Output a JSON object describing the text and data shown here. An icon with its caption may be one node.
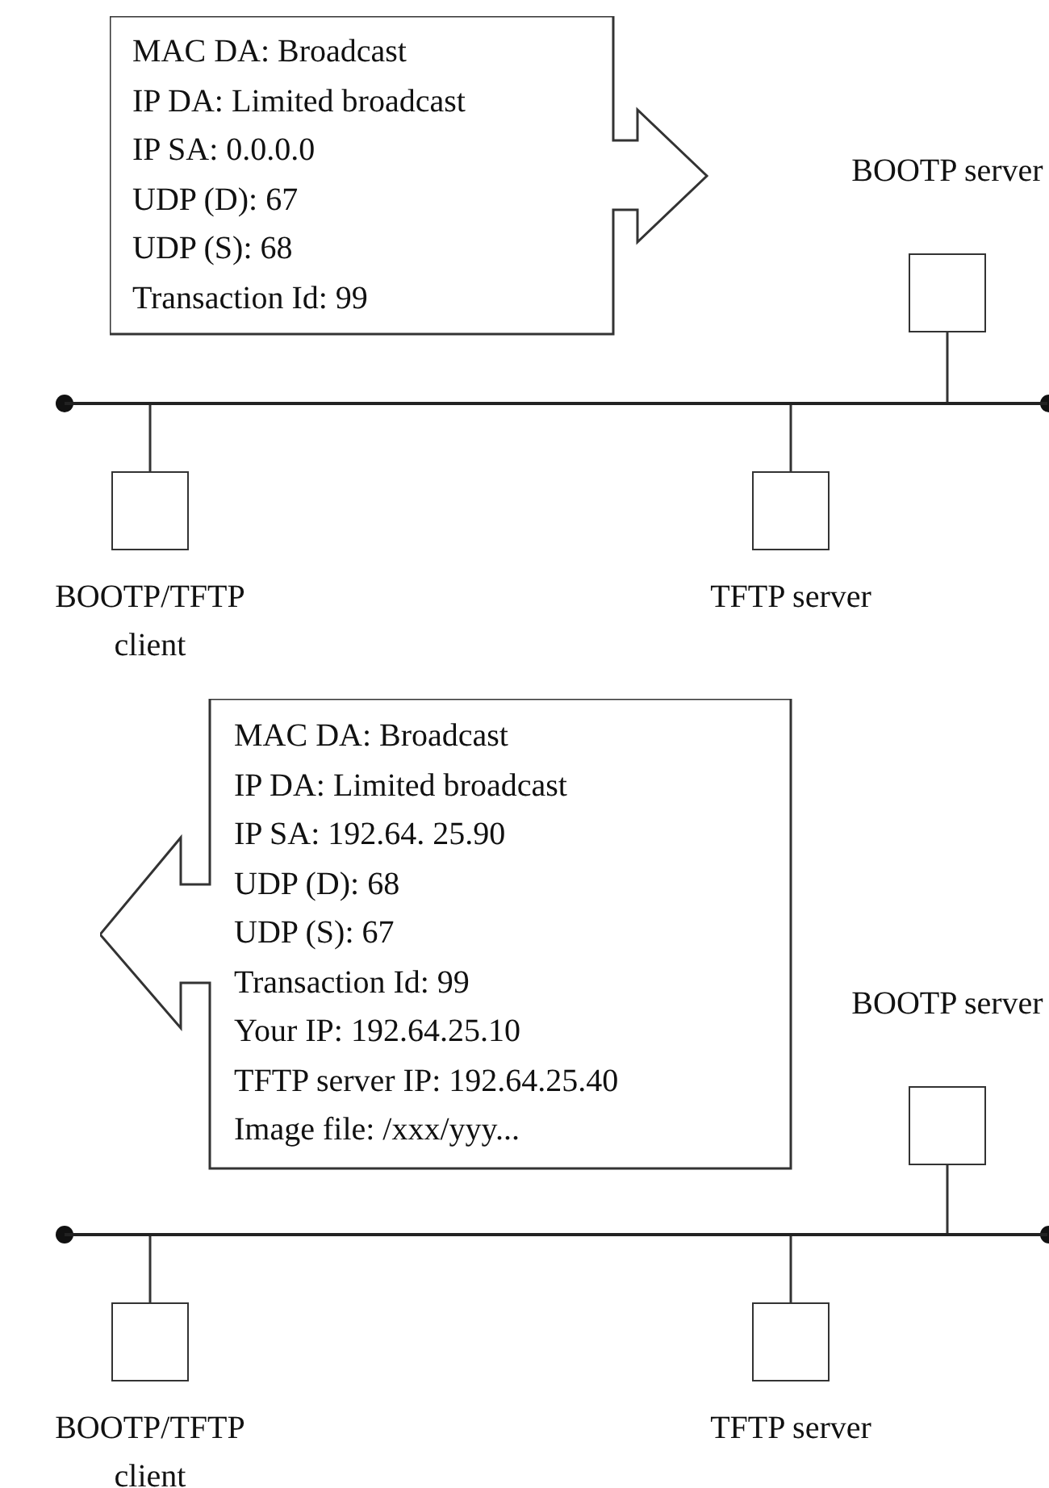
{
  "diagram": {
    "nodes": [
      {
        "text": [
          "MAC DA: Broadcast",
          "IP DA: Limited broadcast",
          "IP SA: 0.0.0.0",
          "UDP (D): 67",
          "UDP (S): 68",
          "Transaction Id: 99"
        ]
      },
      {
        "text": [
          "BOOTP server"
        ]
      },
      {
        "text": [],
        "shape": "bar"
      },
      {
        "text": [
          "BOOTP/TFTP client"
        ]
      },
      {
        "text": [
          "TFTP server"
        ]
      },
      {
        "text": [
          "MAC DA: Broadcast",
          "IP DA: Limited broadcast",
          "IP SA: 192.64. 25.90",
          "UDP (D): 68",
          "UDP (S): 67",
          "Transaction Id: 99",
          "Your IP: 192.64.25.10",
          "TFTP server IP: 192.64.25.40",
          "Image file: /xxx/yyy..."
        ]
      },
      {
        "text": [
          "BOOTP server"
        ]
      },
      {
        "text": [],
        "shape": "bar"
      },
      {
        "text": [
          "BOOTP/TFTP client"
        ]
      },
      {
        "text": [
          "TFTP server"
        ]
      }
    ],
    "edges": [
      {
        "from": 1,
        "to": 2,
        "arrow": "none"
      },
      {
        "from": 3,
        "to": 2,
        "arrow": "none"
      },
      {
        "from": 4,
        "to": 2,
        "arrow": "none"
      },
      {
        "from": 6,
        "to": 7,
        "arrow": "none"
      },
      {
        "from": 8,
        "to": 7,
        "arrow": "none"
      },
      {
        "from": 9,
        "to": 7,
        "arrow": "none"
      }
    ]
  }
}
